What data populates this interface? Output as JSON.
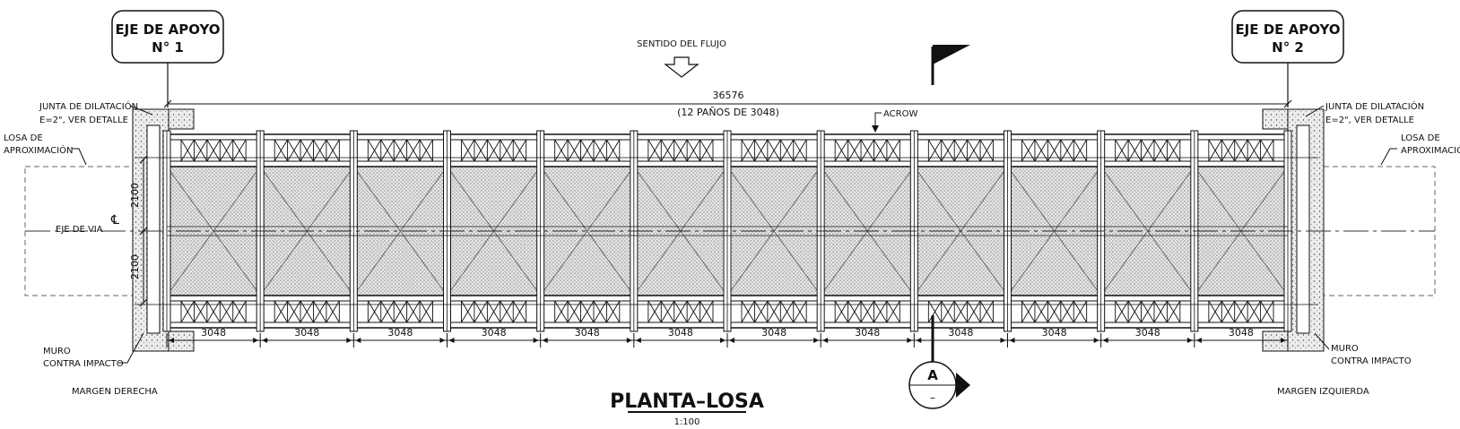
{
  "axis_left": {
    "line1": "EJE DE APOYO",
    "line2": "N° 1"
  },
  "axis_right": {
    "line1": "EJE DE APOYO",
    "line2": "N° 2"
  },
  "flow_label": "SENTIDO DEL FLUJO",
  "total_length": "36576",
  "panels_note": "(12 PAÑOS DE 3048)",
  "acrow_label": "ACROW",
  "left": {
    "joint_line1": "JUNTA DE DILATACIÓN",
    "joint_line2": "E=2\", VER DETALLE",
    "slab_line1": "LOSA DE",
    "slab_line2": "APROXIMACIÓN",
    "road_axis": "EJE DE VIA",
    "wall_line1": "MURO",
    "wall_line2": "CONTRA IMPACTO",
    "margin": "MARGEN DERECHA"
  },
  "right": {
    "joint_line1": "JUNTA DE DILATACIÓN",
    "joint_line2": "E=2\", VER DETALLE",
    "slab_line1": "LOSA DE",
    "slab_line2": "APROXIMACIÓN",
    "wall_line1": "MURO",
    "wall_line2": "CONTRA IMPACTO",
    "margin": "MARGEN IZQUIERDA"
  },
  "half_width_top": "2100",
  "half_width_bottom": "2100",
  "panel_lengths": [
    "3048",
    "3048",
    "3048",
    "3048",
    "3048",
    "3048",
    "3048",
    "3048",
    "3048",
    "3048",
    "3048",
    "3048"
  ],
  "section_marker": {
    "letter": "A",
    "sub": "–"
  },
  "title": "PLANTA–LOSA",
  "scale": "1:100"
}
